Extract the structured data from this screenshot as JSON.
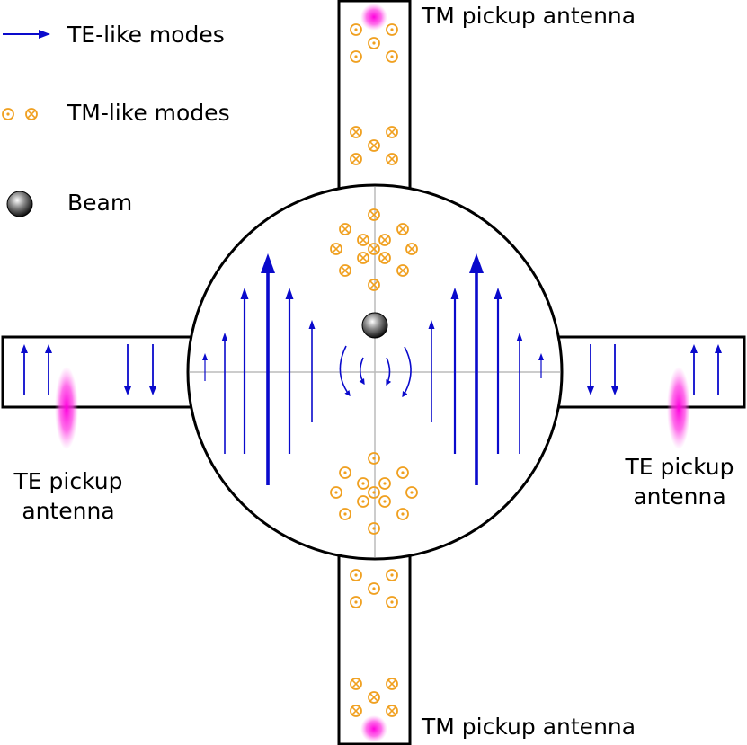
{
  "legend": {
    "te_label": "TE-like modes",
    "tm_label": "TM-like modes",
    "beam_label": "Beam"
  },
  "labels": {
    "tm_top": "TM pickup antenna",
    "tm_bottom": "TM pickup antenna",
    "te_left_line1": "TE pickup",
    "te_left_line2": "antenna",
    "te_right_line1": "TE pickup",
    "te_right_line2": "antenna"
  },
  "colors": {
    "te_arrow": "#0a0acc",
    "tm_symbol": "#f0a020",
    "antenna": "#ff00dd",
    "outline": "#000000",
    "axis": "#bbbbbb"
  }
}
